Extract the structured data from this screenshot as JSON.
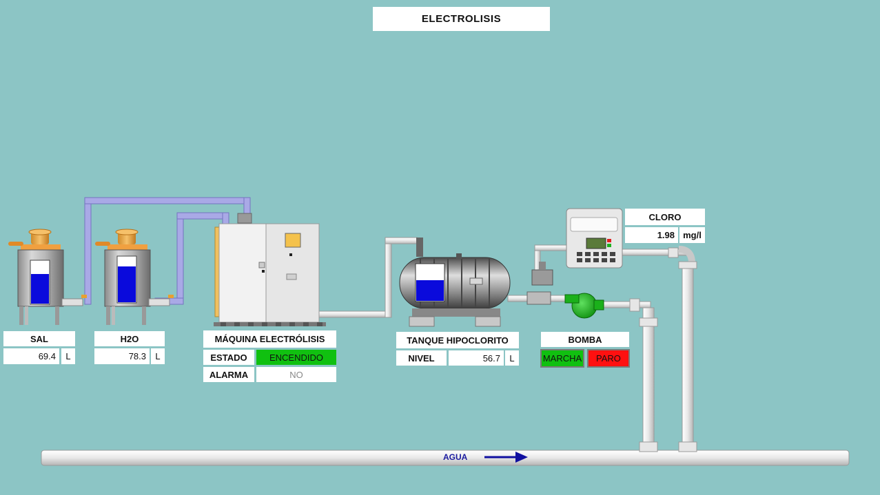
{
  "title": "ELECTROLISIS",
  "tanks": [
    {
      "label": "SAL",
      "value": "69.4",
      "unit": "L",
      "level": 0.694
    },
    {
      "label": "H2O",
      "value": "78.3",
      "unit": "L",
      "level": 0.783
    }
  ],
  "machine": {
    "title": "MÁQUINA ELECTRÓLISIS",
    "estado_label": "ESTADO",
    "estado_value": "ENCENDIDO",
    "alarma_label": "ALARMA",
    "alarma_value": "NO"
  },
  "hypo_tank": {
    "title": "TANQUE HIPOCLORITO",
    "nivel_label": "NIVEL",
    "value": "56.7",
    "unit": "L",
    "level": 0.567
  },
  "pump": {
    "title": "BOMBA",
    "start_label": "MARCHA",
    "stop_label": "PARO"
  },
  "chlorine": {
    "title": "CLORO",
    "value": "1.98",
    "unit": "mg/l"
  },
  "water_line": {
    "label": "AGUA"
  },
  "colors": {
    "background": "#8CC5C5",
    "status_on": "#10C010",
    "stop": "#FF1010",
    "liquid": "#0A0ADC",
    "pipe_purple": "#A9A9E6",
    "pump_green": "#17B817"
  }
}
